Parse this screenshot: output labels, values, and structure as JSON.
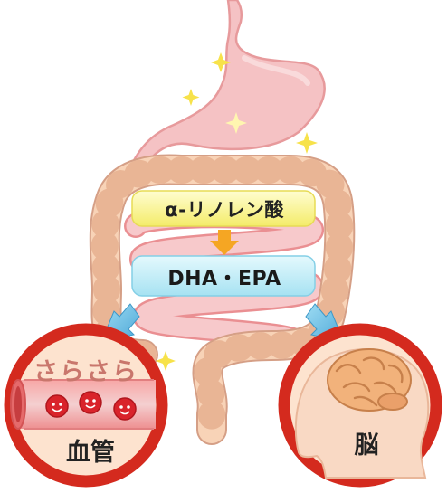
{
  "flow": {
    "source": "α-リノレン酸",
    "product": "DHA・EPA"
  },
  "blood_vessel": {
    "caption": "さらさら",
    "label": "血管",
    "cell_face": "☺"
  },
  "brain": {
    "label": "脳"
  },
  "colors": {
    "stomach": "#f5c2c4",
    "intestine": "#f6c9a6",
    "source_box": "#fbf79e",
    "product_box": "#b9ecf6",
    "arrow_orange": "#f5a623",
    "arrow_blue": "#6fc2e4",
    "circle_ring": "#d42a1e",
    "circle_fill": "#fde3cf"
  }
}
